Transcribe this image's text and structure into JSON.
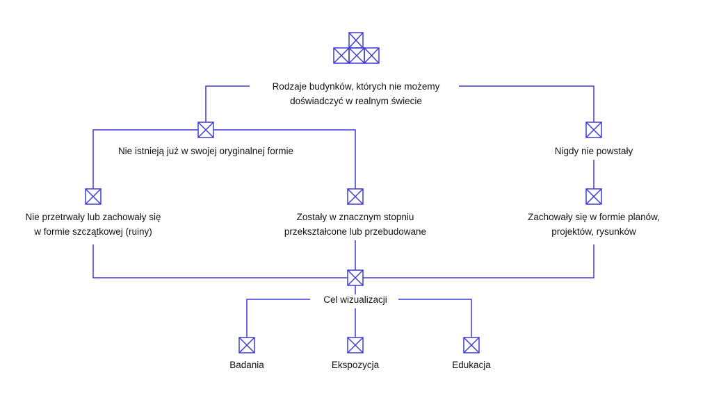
{
  "colors": {
    "line": "#3b3bd6",
    "text": "#111111",
    "background": "#ffffff"
  },
  "icons": {
    "logo": "stacked-crossed-boxes-logo",
    "node": "crossed-box-node-icon"
  },
  "nodes": {
    "root": {
      "line1": "Rodzaje budynków, których nie możemy",
      "line2": "doświadczyć w realnym świecie"
    },
    "no_longer_exist": "Nie istnieją już w swojej oryginalnej formie",
    "never_built": "Nigdy nie powstały",
    "ruins": {
      "line1": "Nie przetrwały lub zachowały się",
      "line2": "w formie szczątkowej (ruiny)"
    },
    "transformed": {
      "line1": "Zostały w znacznym stopniu",
      "line2": "przekształcone lub przebudowane"
    },
    "plans": {
      "line1": "Zachowały się w formie planów,",
      "line2": "projektów, rysunków"
    },
    "goal": "Cel wizualizacji",
    "research": "Badania",
    "exhibition": "Ekspozycja",
    "education": "Edukacja"
  }
}
